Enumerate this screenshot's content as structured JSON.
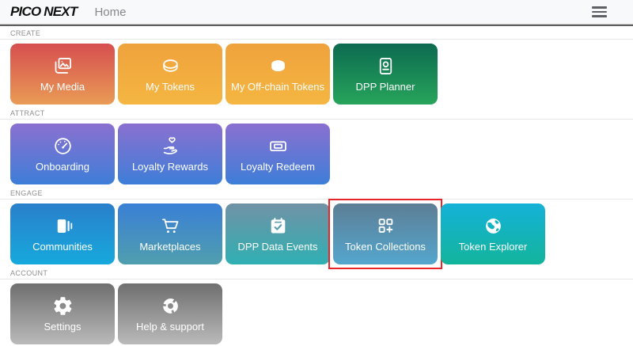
{
  "topbar": {
    "logo": "PICO NEXT",
    "title": "Home",
    "menu_icon": "hamburger-icon"
  },
  "highlight": {
    "color": "#e8262a",
    "target": "Token Collections"
  },
  "sections": [
    {
      "label": "CREATE",
      "cards": [
        {
          "label": "My Media",
          "icon": "media-images-icon",
          "gradient": [
            "#d64e50",
            "#e99b55"
          ]
        },
        {
          "label": "My Tokens",
          "icon": "coin-outline-icon",
          "gradient": [
            "#efa23c",
            "#f5b642"
          ]
        },
        {
          "label": "My Off-chain Tokens",
          "icon": "coin-filled-icon",
          "gradient": [
            "#efa23c",
            "#f5b642"
          ]
        },
        {
          "label": "DPP Planner",
          "icon": "passport-icon",
          "gradient": [
            "#0c6a50",
            "#27a55b"
          ]
        }
      ]
    },
    {
      "label": "ATTRACT",
      "cards": [
        {
          "label": "Onboarding",
          "icon": "speedometer-icon",
          "gradient": [
            "#8b70d0",
            "#3d7ed8"
          ]
        },
        {
          "label": "Loyalty Rewards",
          "icon": "hand-heart-icon",
          "gradient": [
            "#8b70d0",
            "#3d7ed8"
          ]
        },
        {
          "label": "Loyalty Redeem",
          "icon": "ticket-icon",
          "gradient": [
            "#8b70d0",
            "#3d7ed8"
          ]
        }
      ]
    },
    {
      "label": "ENGAGE",
      "cards": [
        {
          "label": "Communities",
          "icon": "communities-icon",
          "gradient": [
            "#2a7fcb",
            "#16a9dd"
          ]
        },
        {
          "label": "Marketplaces",
          "icon": "cart-icon",
          "gradient": [
            "#3a7fd6",
            "#4f9fae"
          ]
        },
        {
          "label": "DPP Data Events",
          "icon": "calendar-check-icon",
          "gradient": [
            "#7192a6",
            "#2fb0b3"
          ]
        },
        {
          "label": "Token Collections",
          "icon": "collection-add-icon",
          "gradient": [
            "#5d7e95",
            "#54a6ce"
          ],
          "highlighted": true
        },
        {
          "label": "Token Explorer",
          "icon": "globe-icon",
          "gradient": [
            "#15b2d8",
            "#13b49c"
          ]
        }
      ]
    },
    {
      "label": "ACCOUNT",
      "cards": [
        {
          "label": "Settings",
          "icon": "gear-icon",
          "gradient": [
            "#6f6f6f",
            "#bababa"
          ]
        },
        {
          "label": "Help & support",
          "icon": "lifebuoy-icon",
          "gradient": [
            "#6f6f6f",
            "#bababa"
          ]
        }
      ]
    }
  ]
}
